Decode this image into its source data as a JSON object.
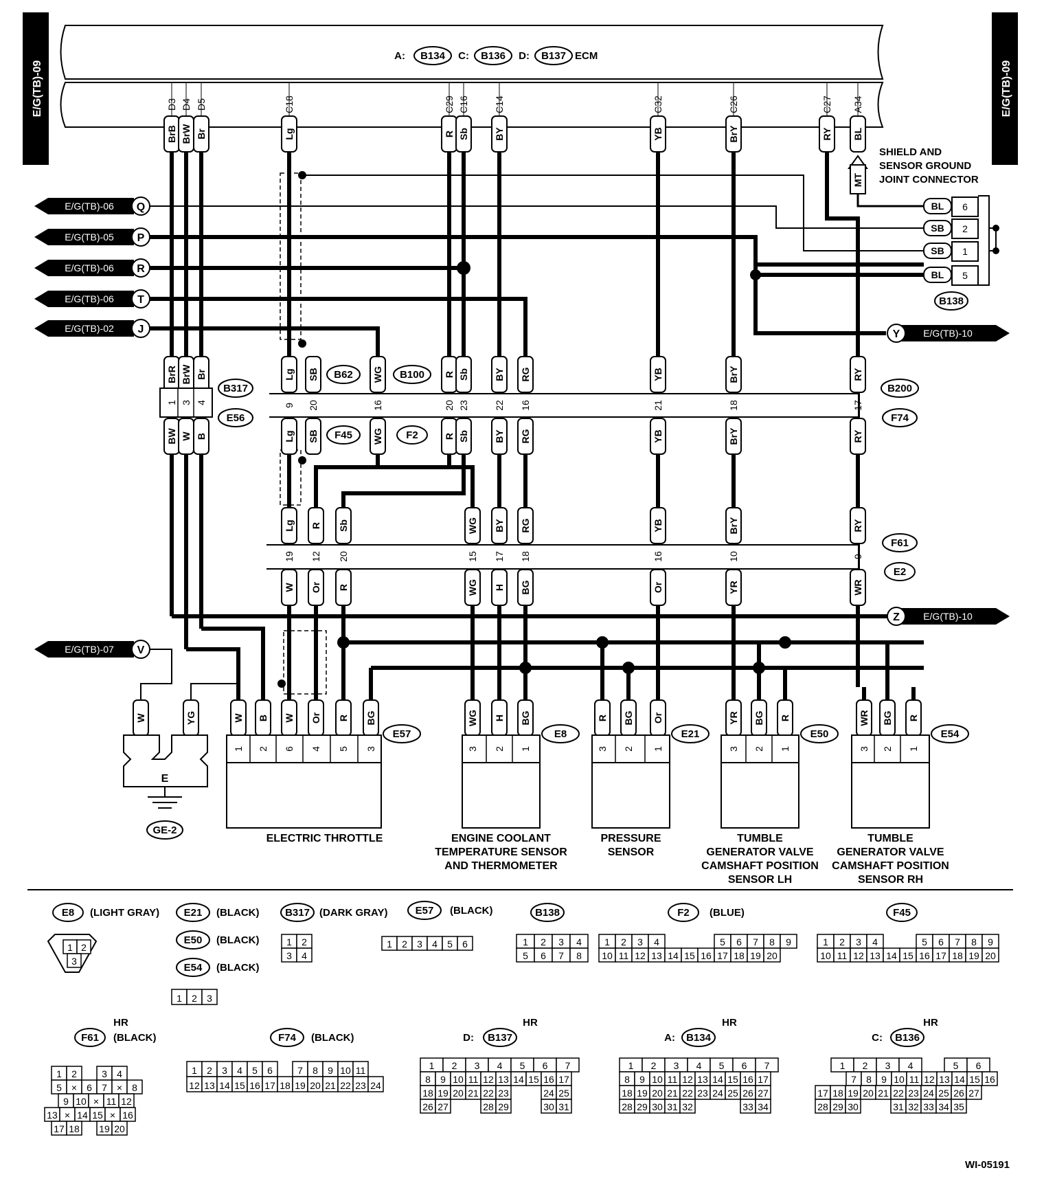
{
  "page": {
    "code": "E/G(TB)-09",
    "figure_id": "WI-05191"
  },
  "ecm": {
    "a_label": "A:",
    "a_conn": "B134",
    "c_label": "C:",
    "c_conn": "B136",
    "d_label": "D:",
    "d_conn": "B137",
    "name": "ECM",
    "pins": [
      "D3",
      "D4",
      "D5",
      "C18",
      "C29",
      "C16",
      "C14",
      "C32",
      "C26",
      "C27",
      "A34"
    ]
  },
  "ecm_wires": [
    "BrB",
    "BrW",
    "Br",
    "Lg",
    "R",
    "Sb",
    "BY",
    "YB",
    "BrY",
    "RY",
    "BL"
  ],
  "left_refs": [
    {
      "text": "E/G(TB)-06",
      "letter": "Q"
    },
    {
      "text": "E/G(TB)-05",
      "letter": "P"
    },
    {
      "text": "E/G(TB)-06",
      "letter": "R"
    },
    {
      "text": "E/G(TB)-06",
      "letter": "T"
    },
    {
      "text": "E/G(TB)-02",
      "letter": "J"
    },
    {
      "text": "E/G(TB)-07",
      "letter": "V"
    }
  ],
  "right_refs": [
    {
      "text": "E/G(TB)-10",
      "letter": "Y"
    },
    {
      "text": "E/G(TB)-10",
      "letter": "Z"
    }
  ],
  "joint": {
    "title": [
      "SHIELD AND",
      "SENSOR GROUND",
      "JOINT CONNECTOR"
    ],
    "mt": "MT",
    "rows": [
      {
        "color": "BL",
        "pin": "6"
      },
      {
        "color": "SB",
        "pin": "2"
      },
      {
        "color": "SB",
        "pin": "1"
      },
      {
        "color": "BL",
        "pin": "5"
      }
    ],
    "conn": "B138"
  },
  "connectors": {
    "B317": "B317",
    "E56": "E56",
    "B62": "B62",
    "F45": "F45",
    "B100": "B100",
    "F2": "F2",
    "B200": "B200",
    "F74": "F74",
    "F61": "F61",
    "E2": "E2",
    "E57": "E57",
    "E8": "E8",
    "E21": "E21",
    "E50": "E50",
    "E54": "E54"
  },
  "row1": {
    "upper": [
      "BrR",
      "BrW",
      "Br",
      "Lg",
      "SB",
      "WG",
      "R",
      "Sb",
      "BY",
      "RG",
      "YB",
      "BrY",
      "RY"
    ],
    "pins": [
      "1",
      "3",
      "4",
      "9",
      "20",
      "16",
      "20",
      "23",
      "22",
      "16",
      "21",
      "18",
      "17"
    ],
    "lower": [
      "BW",
      "W",
      "B",
      "Lg",
      "SB",
      "WG",
      "R",
      "Sb",
      "BY",
      "RG",
      "YB",
      "BrY",
      "RY"
    ]
  },
  "row2": {
    "upper": [
      "Lg",
      "R",
      "Sb",
      "WG",
      "BY",
      "RG",
      "YB",
      "BrY",
      "RY"
    ],
    "pins": [
      "19",
      "12",
      "20",
      "15",
      "17",
      "18",
      "16",
      "10",
      "9"
    ],
    "lower": [
      "W",
      "Or",
      "R",
      "WG",
      "H",
      "BG",
      "Or",
      "YR",
      "WR"
    ]
  },
  "ground": {
    "wires": [
      "W",
      "YG"
    ],
    "label": "E",
    "ref": "GE-2"
  },
  "devices": [
    {
      "conn": "E57",
      "wires": [
        "W",
        "B",
        "W",
        "Or",
        "R",
        "BG"
      ],
      "pins": [
        "1",
        "2",
        "6",
        "4",
        "5",
        "3"
      ],
      "name": [
        "ELECTRIC THROTTLE"
      ]
    },
    {
      "conn": "E8",
      "wires": [
        "WG",
        "H",
        "BG"
      ],
      "pins": [
        "3",
        "2",
        "1"
      ],
      "name": [
        "ENGINE COOLANT",
        "TEMPERATURE SENSOR",
        "AND THERMOMETER"
      ]
    },
    {
      "conn": "E21",
      "wires": [
        "R",
        "BG",
        "Or"
      ],
      "pins": [
        "3",
        "2",
        "1"
      ],
      "name": [
        "PRESSURE",
        "SENSOR"
      ]
    },
    {
      "conn": "E50",
      "wires": [
        "YR",
        "BG",
        "R"
      ],
      "pins": [
        "3",
        "2",
        "1"
      ],
      "name": [
        "TUMBLE",
        "GENERATOR VALVE",
        "CAMSHAFT POSITION",
        "SENSOR LH"
      ]
    },
    {
      "conn": "E54",
      "wires": [
        "WR",
        "BG",
        "R"
      ],
      "pins": [
        "3",
        "2",
        "1"
      ],
      "name": [
        "TUMBLE",
        "GENERATOR VALVE",
        "CAMSHAFT POSITION",
        "SENSOR RH"
      ]
    }
  ],
  "legend": {
    "e8": {
      "conn": "E8",
      "color": "(LIGHT GRAY)"
    },
    "e21": {
      "conn": "E21",
      "color": "(BLACK)"
    },
    "e50": {
      "conn": "E50",
      "color": "(BLACK)"
    },
    "e54": {
      "conn": "E54",
      "color": "(BLACK)"
    },
    "b317": {
      "conn": "B317",
      "color": "(DARK GRAY)"
    },
    "e57": {
      "conn": "E57",
      "color": "(BLACK)"
    },
    "b138": {
      "conn": "B138"
    },
    "f2": {
      "conn": "F2",
      "color": "(BLUE)"
    },
    "f45": {
      "conn": "F45"
    },
    "f61": {
      "conn": "F61",
      "color": "(BLACK)",
      "hr": "HR"
    },
    "f74": {
      "conn": "F74",
      "color": "(BLACK)"
    },
    "b137": {
      "prefix": "D:",
      "conn": "B137",
      "hr": "HR"
    },
    "b134": {
      "prefix": "A:",
      "conn": "B134",
      "hr": "HR"
    },
    "b136": {
      "prefix": "C:",
      "conn": "B136",
      "hr": "HR"
    }
  }
}
